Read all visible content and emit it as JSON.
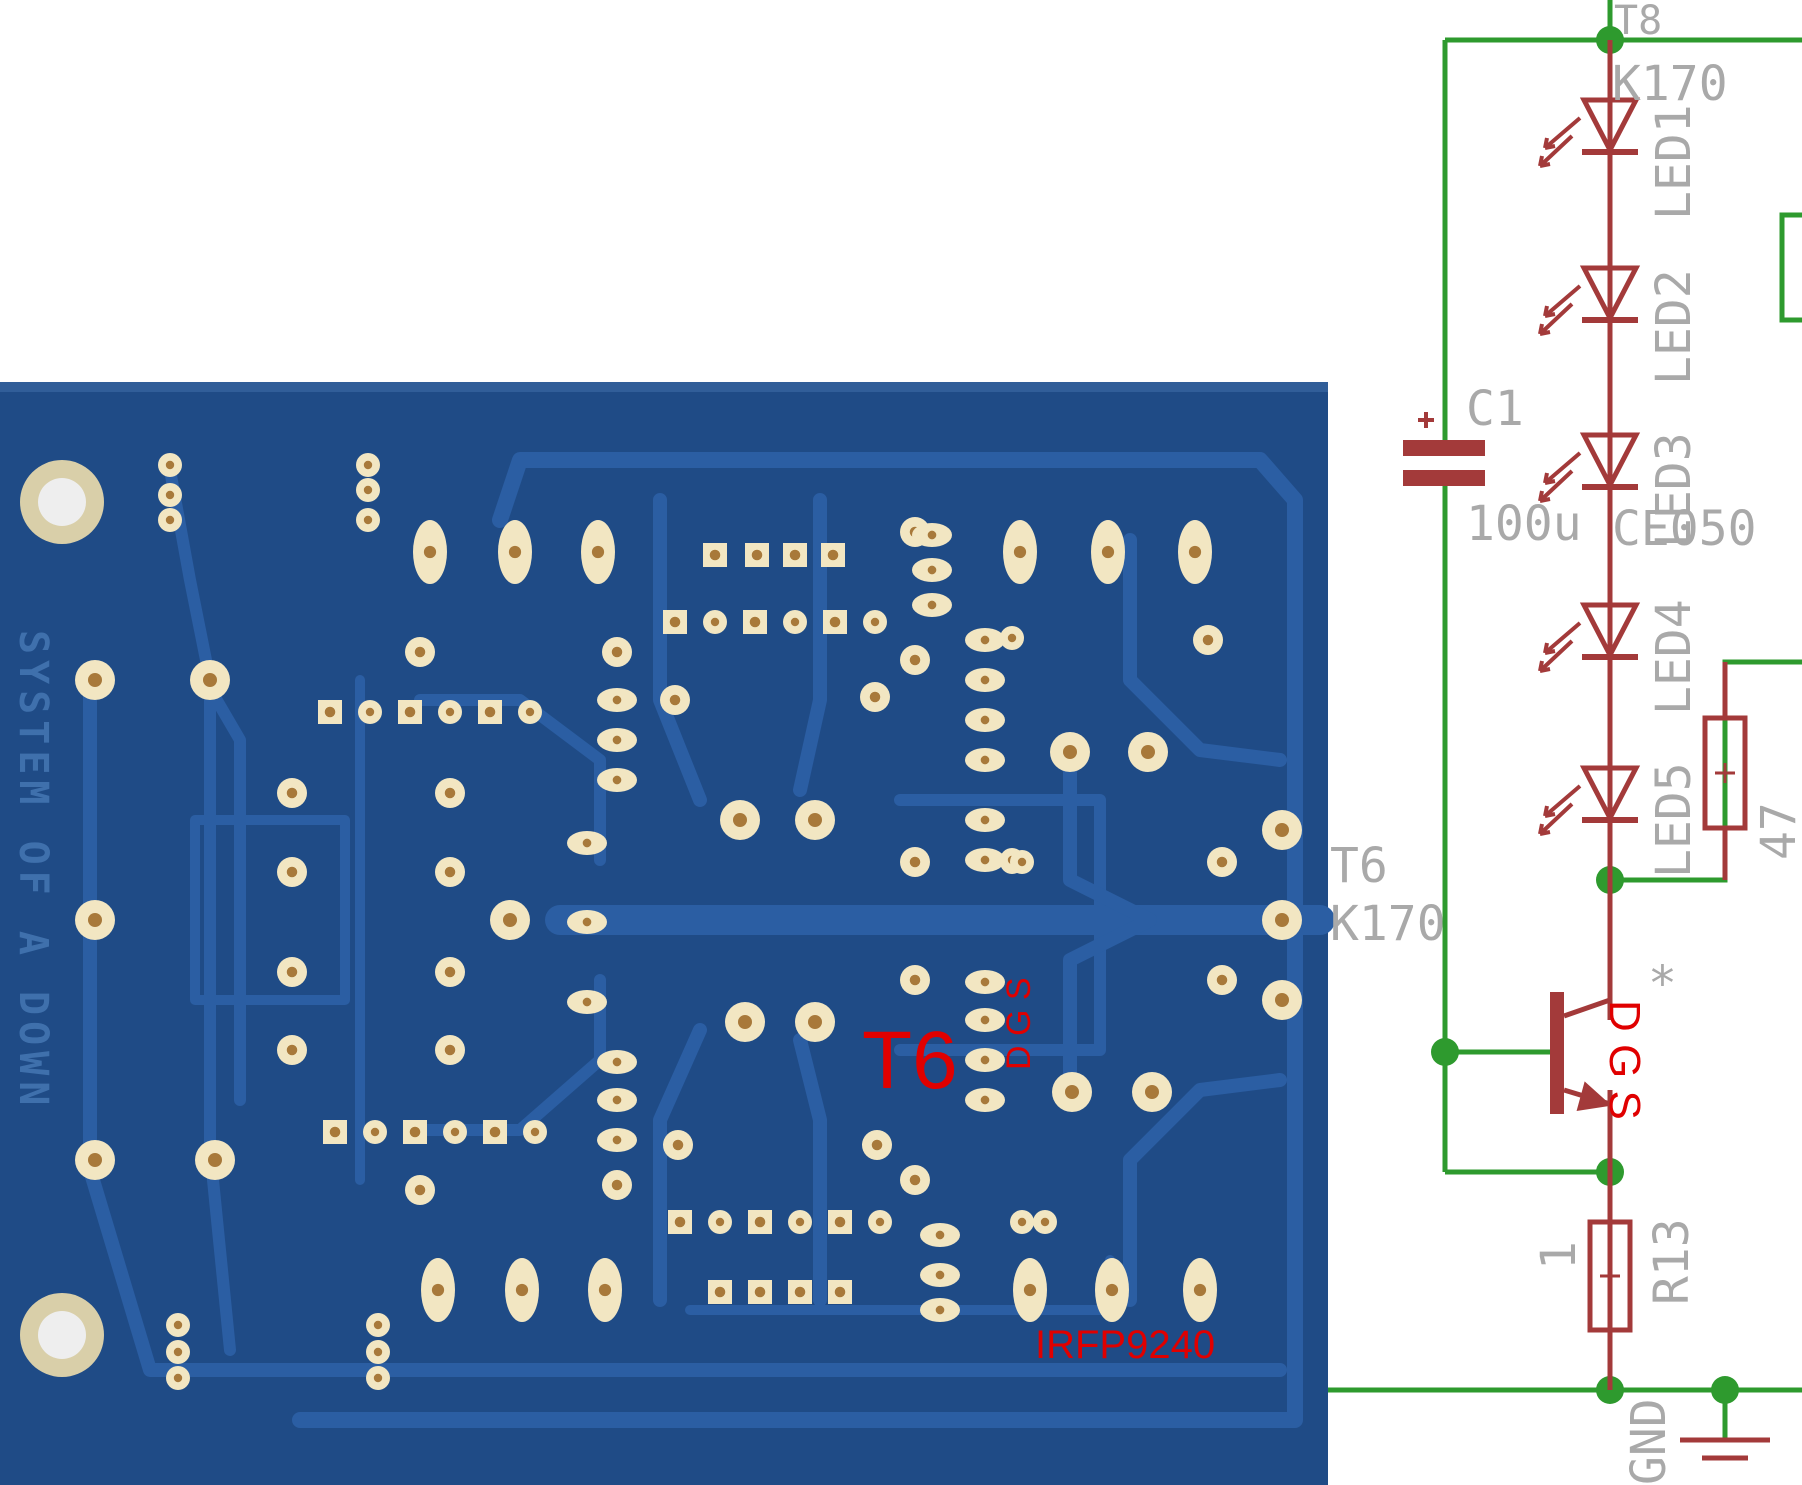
{
  "pcb": {
    "silkscreen": "SYSTEM OF A DOWN",
    "overlay_ref": "T6",
    "overlay_pins": "D G S",
    "overlay_part": "IRFP9240"
  },
  "schematic": {
    "top_ref": "T8",
    "top_value": "K170",
    "led1": "LED1",
    "led2": "LED2",
    "led3": "LED3",
    "led4": "LED4",
    "led5": "LED5",
    "led_overlap_value": "CE050",
    "cap_ref": "C1",
    "cap_value": "100u",
    "res_value": "47",
    "transistor_ref": "T6",
    "transistor_value": "K170",
    "star": "*",
    "pin_labels": "D G S",
    "r13_ref": "R13",
    "r13_value": "1",
    "gnd_label": "GND"
  },
  "colors": {
    "board": "#1f4b86",
    "trace": "#27579a",
    "pad": "#f2e6c2",
    "pad_hole": "#a8793a",
    "wire": "#2e9a2e",
    "symbol": "#a33a3a",
    "annotation": "#e00000",
    "label_gray": "#a9a9a9"
  }
}
